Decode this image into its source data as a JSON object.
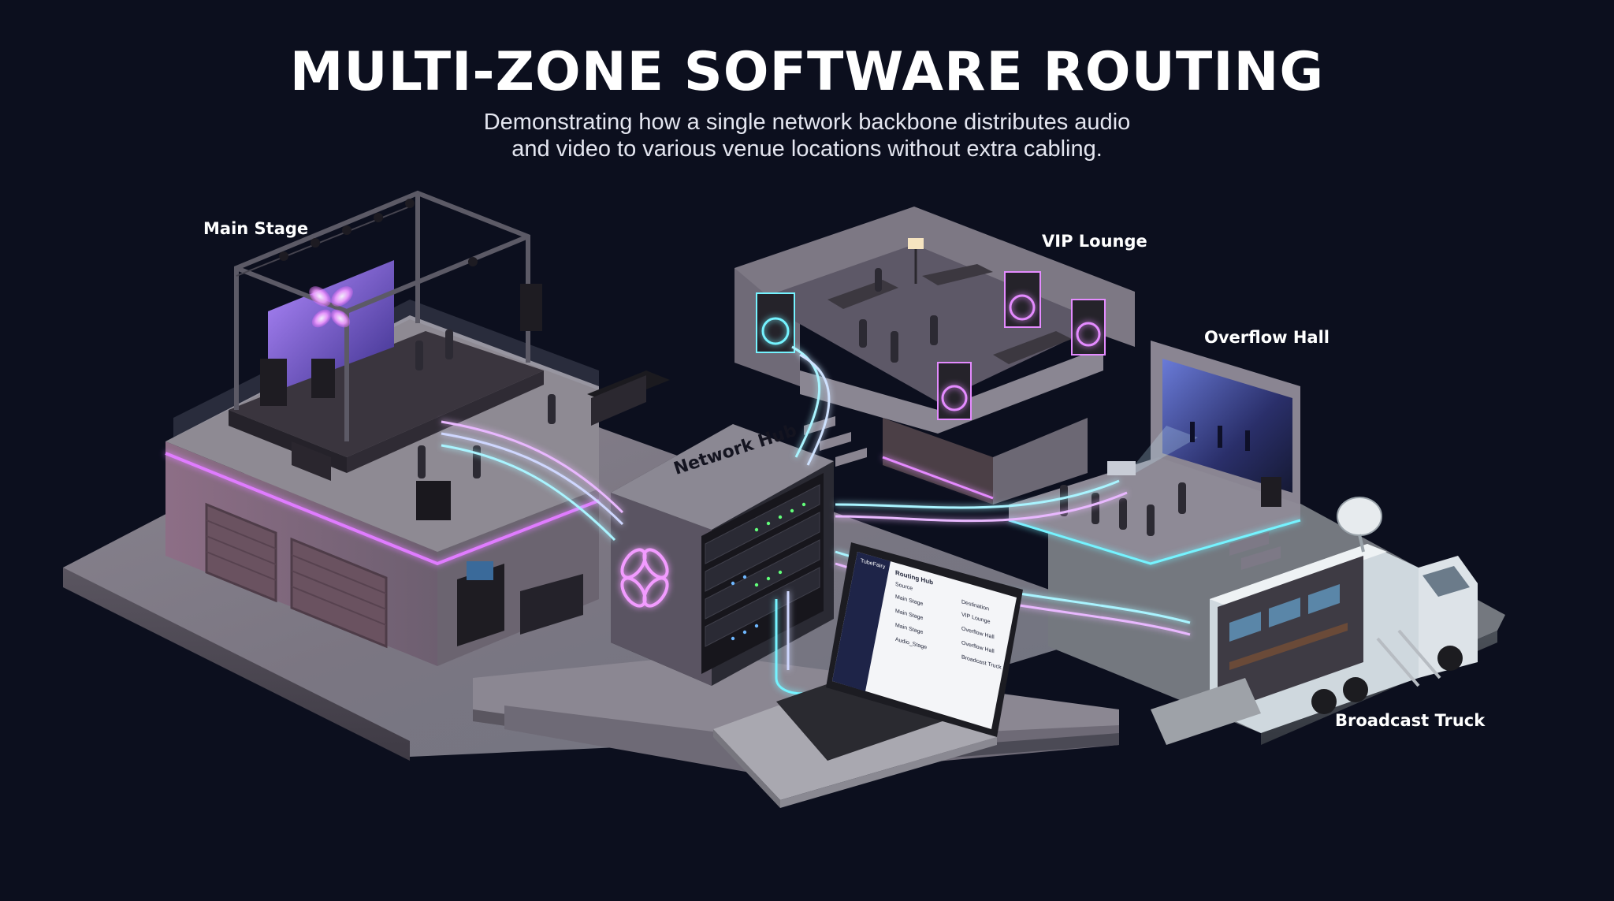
{
  "title": "MULTI-ZONE SOFTWARE ROUTING",
  "subtitle_line1": "Demonstrating how a single network backbone distributes audio",
  "subtitle_line2": "and video to various venue locations without extra cabling.",
  "zones": {
    "main_stage": "Main Stage",
    "vip_lounge": "VIP Lounge",
    "overflow_hall": "Overflow Hall",
    "broadcast_truck": "Broadcast Truck",
    "network_hub": "Network Hub"
  },
  "laptop_app": {
    "brand": "TubeFairy",
    "panel_title": "Routing Hub",
    "source_header": "Source",
    "destination_header": "Destination",
    "sources": [
      "Main Stage",
      "Main Stage",
      "Main Stage",
      "Audio_Stage"
    ],
    "destinations": [
      "VIP Lounge",
      "Overflow Hall",
      "Overflow Hall",
      "Broadcast Truck"
    ]
  },
  "colors": {
    "background": "#0c0f1e",
    "accent_pink": "#d86bff",
    "accent_cyan": "#7ff3ff",
    "concrete": "#7b7882"
  }
}
